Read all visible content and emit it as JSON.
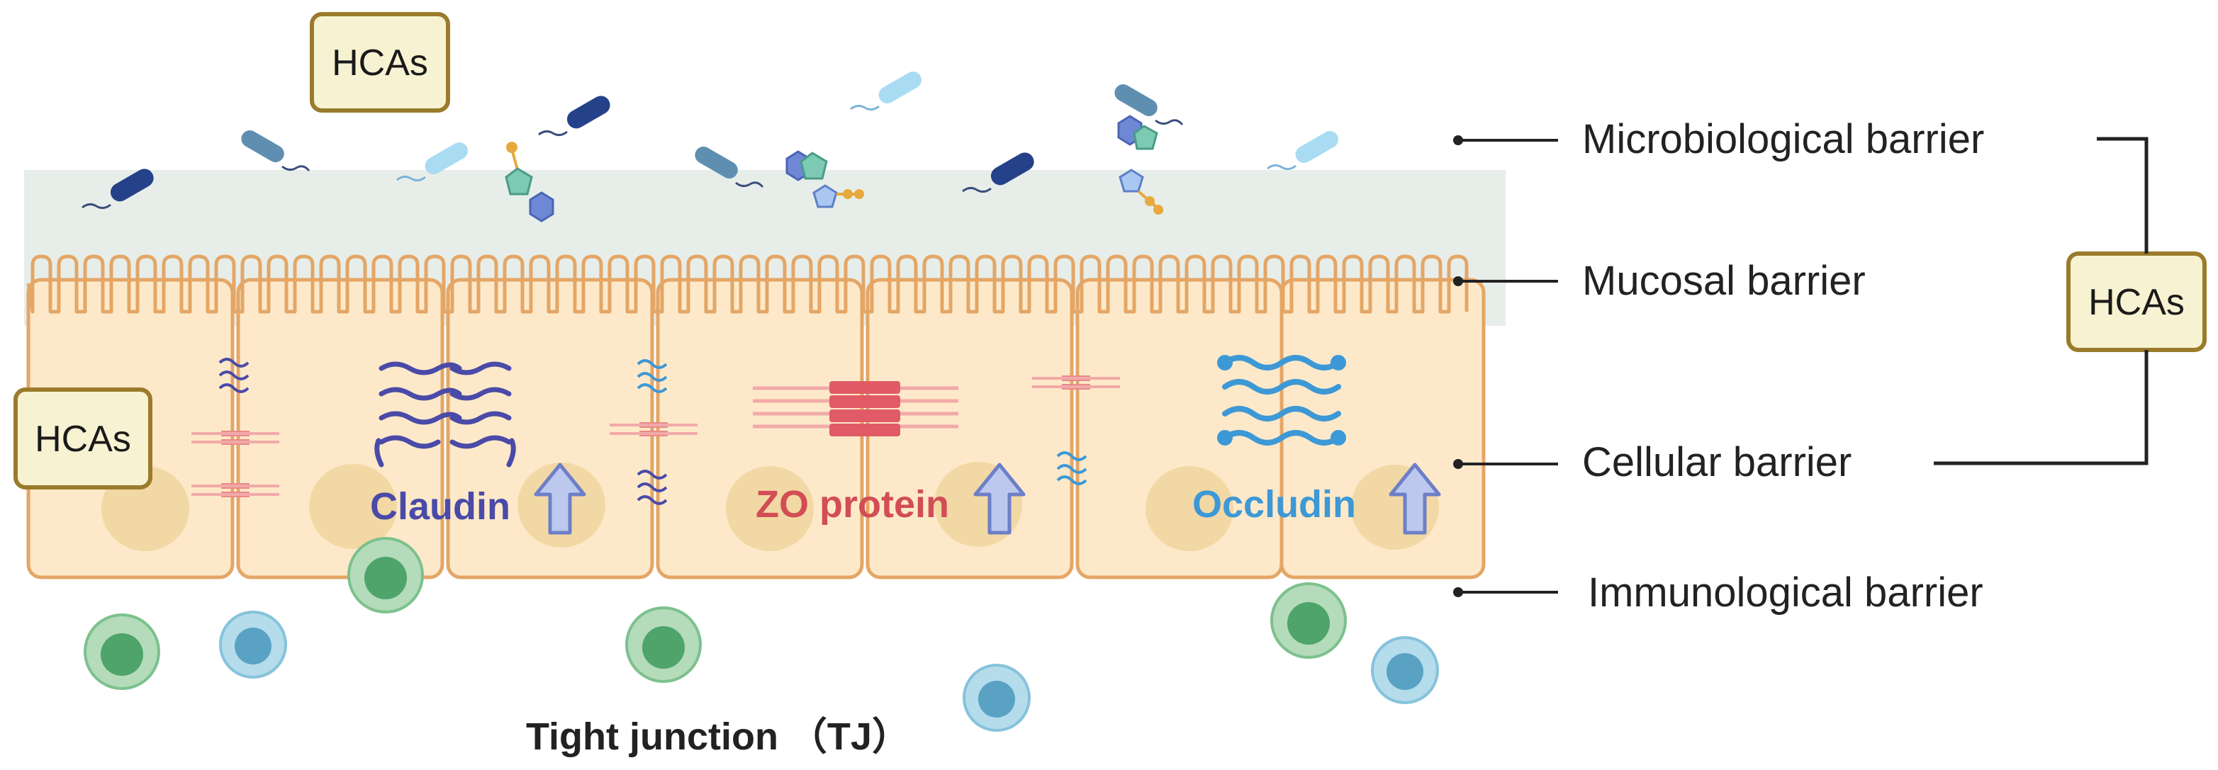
{
  "hcas_boxes": [
    {
      "id": "top",
      "label": "HCAs"
    },
    {
      "id": "left",
      "label": "HCAs"
    },
    {
      "id": "right",
      "label": "HCAs"
    }
  ],
  "barriers": [
    {
      "id": "microbiological",
      "label": "Microbiological barrier"
    },
    {
      "id": "mucosal",
      "label": "Mucosal barrier"
    },
    {
      "id": "cellular",
      "label": "Cellular barrier"
    },
    {
      "id": "immunological",
      "label": "Immunological barrier"
    }
  ],
  "proteins": [
    {
      "id": "claudin",
      "label": "Claudin",
      "color": "#4a4aa8"
    },
    {
      "id": "zo",
      "label": "ZO protein",
      "color": "#d24d55"
    },
    {
      "id": "occludin",
      "label": "Occludin",
      "color": "#3d98d6"
    }
  ],
  "tight_junction_label": "Tight junction （TJ）",
  "colors": {
    "cell_fill": "#fde9c9",
    "cell_stroke": "#e4a666",
    "mucus_layer": "#e7eee9",
    "nucleus": "#f2d8a4",
    "hcas_box_fill": "#f7f3d2",
    "hcas_box_stroke": "#9a7b2c",
    "arrow_fill": "#bcc8ee",
    "arrow_stroke": "#6d7fc7"
  },
  "icons": [
    "bacteria-icon",
    "molecule-icon",
    "immune-cell-icon",
    "up-arrow-icon"
  ]
}
